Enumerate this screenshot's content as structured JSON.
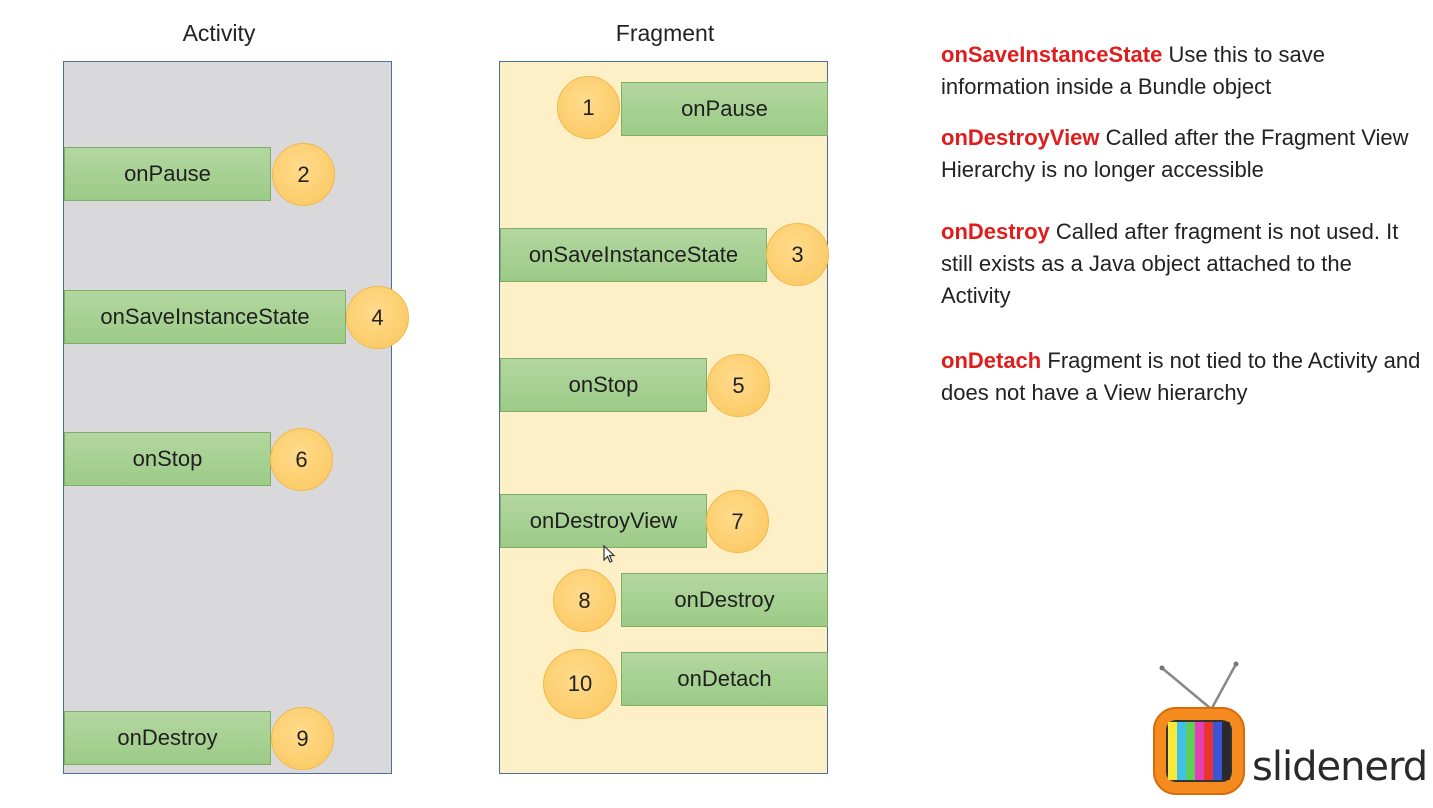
{
  "titles": {
    "activity": "Activity",
    "fragment": "Fragment"
  },
  "activity": [
    {
      "label": "onPause",
      "num": "2"
    },
    {
      "label": "onSaveInstanceState",
      "num": "4"
    },
    {
      "label": "onStop",
      "num": "6"
    },
    {
      "label": "onDestroy",
      "num": "9"
    }
  ],
  "fragment": [
    {
      "label": "onPause",
      "num": "1"
    },
    {
      "label": "onSaveInstanceState",
      "num": "3"
    },
    {
      "label": "onStop",
      "num": "5"
    },
    {
      "label": "onDestroyView",
      "num": "7"
    },
    {
      "label": "onDestroy",
      "num": "8"
    },
    {
      "label": "onDetach",
      "num": "10"
    }
  ],
  "descriptions": [
    {
      "term": "onSaveInstanceState",
      "text": "Use this to save information inside a Bundle object"
    },
    {
      "term": "onDestroyView",
      "text": "Called after the Fragment View Hierarchy is no longer accessible"
    },
    {
      "term": "onDestroy",
      "text": "Called after fragment is not used. It still exists as a Java object attached to the Activity"
    },
    {
      "term": "onDetach",
      "text": "Fragment is not tied to the Activity and does not have a View hierarchy"
    }
  ],
  "logo": {
    "text": "slidenerd"
  },
  "colors": {
    "term": "#e01c1c",
    "box": "#a8d193",
    "circle": "#fcc862",
    "activity_bg": "#d9d9dc",
    "fragment_bg": "#fdf0c6"
  }
}
